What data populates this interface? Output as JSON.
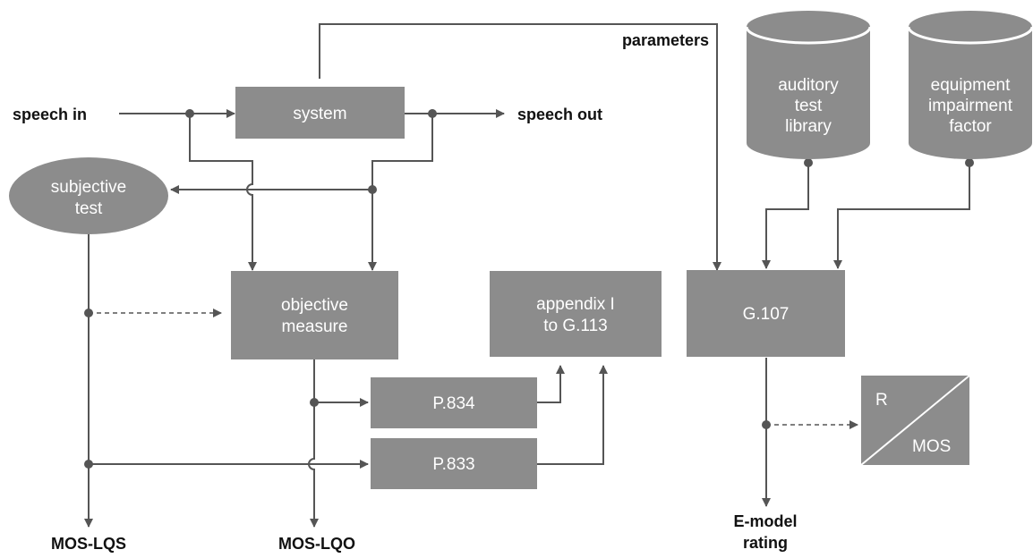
{
  "colors": {
    "block": "#8c8c8c",
    "line": "#555555",
    "label": "#111111",
    "block_text": "#ffffff"
  },
  "labels": {
    "speech_in": "speech in",
    "speech_out": "speech out",
    "parameters": "parameters",
    "mos_lqs": "MOS-LQS",
    "mos_lqo": "MOS-LQO",
    "e_model_rating": [
      "E-model",
      "rating"
    ]
  },
  "blocks": {
    "system": [
      "system"
    ],
    "subjective_test": [
      "subjective",
      "test"
    ],
    "objective_measure": [
      "objective",
      "measure"
    ],
    "appendix": [
      "appendix I",
      "to G.113"
    ],
    "g107": [
      "G.107"
    ],
    "p834": [
      "P.834"
    ],
    "p833": [
      "P.833"
    ],
    "auditory_library": [
      "auditory",
      "test",
      "library"
    ],
    "impairment_factor": [
      "equipment",
      "impairment",
      "factor"
    ],
    "r_mos": {
      "r": "R",
      "mos": "MOS"
    }
  }
}
